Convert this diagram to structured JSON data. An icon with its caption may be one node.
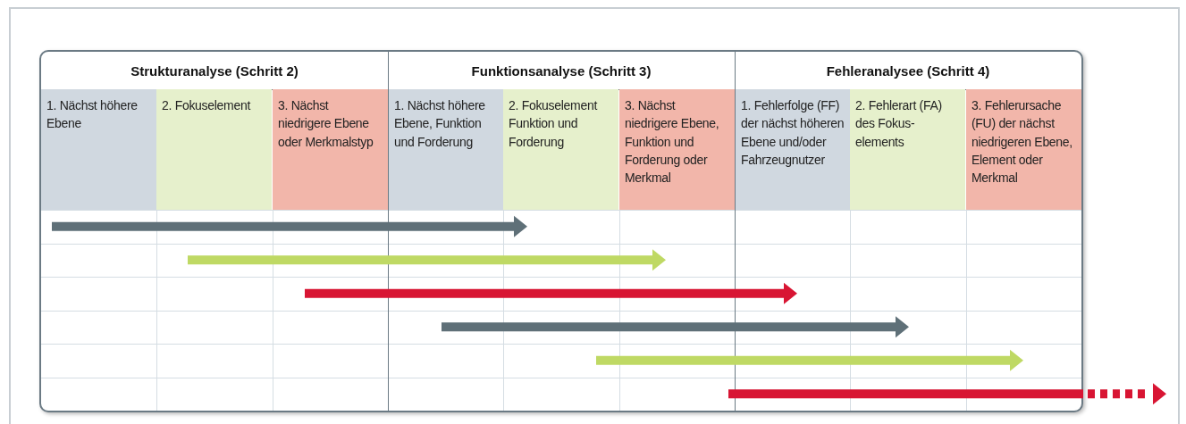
{
  "diagram": {
    "labels": [
      "Strukturanalyse (Schritt 2)",
      "Funktionsanalyse (Schritt 3)",
      "Fehleranalysee (Schritt 4)",
      "1. Nächst höhere Ebene",
      "2. Fokuselement",
      "3. Nächst niedrigere Ebene oder Merkmalstyp",
      "1. Nächst höhere Ebene, Funktion und Forderung",
      "2. Fokuselement Funktion und Forderung",
      "3. Nächst niedrigere Ebene, Funktion und Forderung oder Merkmal",
      "1. Fehlerfolge (FF) der nächst höheren Ebene und/oder Fahrzeugnutzer",
      "2. Fehlerart (FA) des Fokus- elements",
      "3. Fehlerursache (FU) der nächst niedrigeren Ebene, Element oder Merkmal"
    ]
  }
}
